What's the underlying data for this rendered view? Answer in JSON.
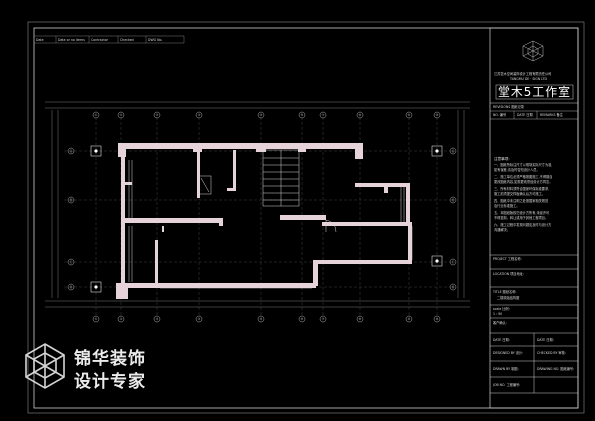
{
  "header_row": {
    "c1": "Date",
    "c2": "Date or no items",
    "c3": "Contractor",
    "c4": "Checked",
    "c5": "DWG No."
  },
  "company": {
    "line1": "江苏堂木空间装饰设计工程有限责任公司",
    "line2": "TANGMU DE · SIGN LTD",
    "brand_text": "堂木5工作室",
    "revisions_label": "REVISIONS 图纸记录",
    "rev_cols": [
      "NO. 编号",
      "DATE 日期",
      "REMARKS 备注"
    ]
  },
  "notes": {
    "title": "注意事项:",
    "items": [
      "一、图纸所标注尺寸以现场实际尺寸为准,",
      "如有误差,请及时告知设计人员。",
      "二、施工单位必须严格按图施工,不得擅自",
      "更改图纸内容,如需更改须经设计方同意。",
      "三、所有材料须符合国家环保标准要求,",
      "施工前须提交样板确认后方可施工。",
      "四、图纸中未注明之处按国家相关规范",
      "及行业标准施工。",
      "五、本图纸版权归设计方所有,未经许可",
      "不得复制、转让或用于其他工程项目。",
      "六、施工过程中发现问题应及时与设计方",
      "沟通解决。"
    ]
  },
  "title_block": {
    "project_label": "PROJECT 工程名称:",
    "location_label": "LOCATION 项目地址:",
    "title_label": "TITLE 图纸名称:",
    "title_value": "二楼原始结构图",
    "scale_label": "scale 比例:",
    "scale_value": "1 : 90",
    "client_label": "客户确认:",
    "date_label": "DATE 日期:",
    "date2_label": "DATE 日期:",
    "designed_label": "DESIGNED BY 设计:",
    "checked_label": "CHECKED BY 审核:",
    "drawn_label": "DRAWN BY 制图:",
    "drawing_no_label": "DRAWING NO. 图纸编号:",
    "job_label": "JOB NO. 工程编号:"
  },
  "axes": {
    "top": [
      "①",
      "②",
      "③",
      "④",
      "⑤",
      "⑥",
      "⑦",
      "⑧",
      "⑨",
      "⑩"
    ],
    "bottom": [
      "①",
      "②",
      "③",
      "④",
      "⑤",
      "⑥",
      "⑦",
      "⑧",
      "⑨",
      "⑩"
    ],
    "left": [
      "Ⓐ",
      "Ⓑ",
      "Ⓒ",
      "Ⓓ"
    ],
    "right": [
      "Ⓐ",
      "Ⓑ",
      "Ⓒ",
      "Ⓓ"
    ]
  },
  "watermark": {
    "line1": "锦华装饰",
    "line2": "设计专家"
  },
  "colors": {
    "background": "#000000",
    "wall": "#e6d3da",
    "line": "#bdbdbd",
    "frame": "#cfcfcf"
  }
}
